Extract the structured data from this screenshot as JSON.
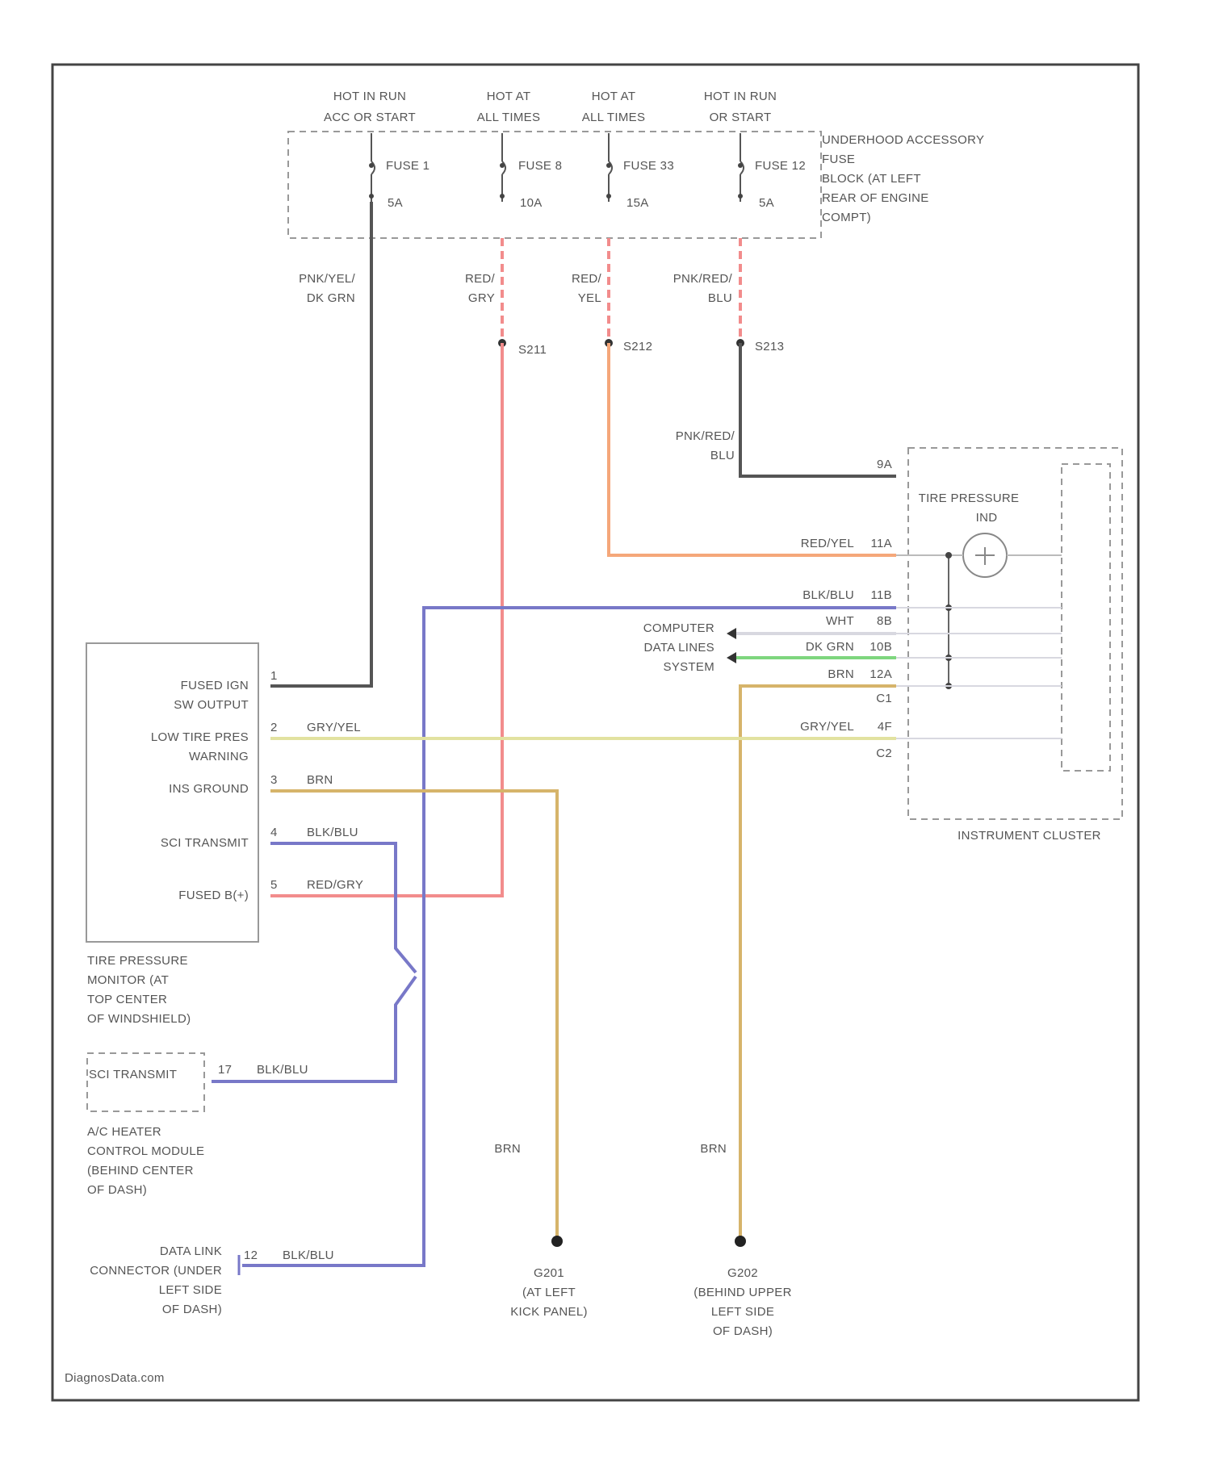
{
  "fuses": [
    {
      "condition": [
        "HOT IN RUN",
        "ACC OR START"
      ],
      "name": "FUSE 1",
      "rating": "5A"
    },
    {
      "condition": [
        "HOT AT",
        "ALL TIMES"
      ],
      "name": "FUSE 8",
      "rating": "10A"
    },
    {
      "condition": [
        "HOT AT",
        "ALL TIMES"
      ],
      "name": "FUSE 33",
      "rating": "15A"
    },
    {
      "condition": [
        "HOT IN RUN",
        "OR START"
      ],
      "name": "FUSE 12",
      "rating": "5A"
    }
  ],
  "fuse_block_label": [
    "UNDERHOOD ACCESSORY",
    "FUSE",
    "BLOCK (AT LEFT",
    "REAR OF ENGINE",
    "COMPT)"
  ],
  "wire_colors_top": {
    "fuse1": [
      "PNK/YEL/",
      "DK GRN"
    ],
    "fuse8": [
      "RED/",
      "GRY"
    ],
    "fuse33": [
      "RED/",
      "YEL"
    ],
    "fuse12": [
      "PNK/RED/",
      "BLU"
    ]
  },
  "splices": {
    "s1": "S211",
    "s2": "S212",
    "s3": "S213"
  },
  "pnk_red_blu": [
    "PNK/RED/",
    "BLU"
  ],
  "cluster": {
    "label": "INSTRUMENT CLUSTER",
    "indicator": [
      "TIRE PRESSURE",
      "IND"
    ],
    "pins": {
      "p9": "9A",
      "p11a": "11A",
      "p11b": "11B",
      "p8": "8B",
      "p10b": "10B",
      "p12a": "12A",
      "pc1": "C1",
      "p4f": "4F",
      "pc2": "C2"
    },
    "wires": {
      "red_yel": "RED/YEL",
      "blk_blu": "BLK/BLU",
      "wht": "WHT",
      "dk_grn": "DK GRN",
      "brn": "BRN",
      "gry_yel": "GRY/YEL"
    }
  },
  "computer_data": [
    "COMPUTER",
    "DATA LINES",
    "SYSTEM"
  ],
  "tpm": {
    "label": [
      "TIRE PRESSURE",
      "MONITOR (AT",
      "TOP CENTER",
      "OF WINDSHIELD)"
    ],
    "pins": [
      {
        "num": "1",
        "label": [
          "FUSED IGN",
          "SW OUTPUT"
        ],
        "wire": ""
      },
      {
        "num": "2",
        "label": [
          "LOW TIRE PRES",
          "WARNING"
        ],
        "wire": "GRY/YEL"
      },
      {
        "num": "3",
        "label": [
          "INS GROUND"
        ],
        "wire": "BRN"
      },
      {
        "num": "4",
        "label": [
          "SCI TRANSMIT"
        ],
        "wire": "BLK/BLU"
      },
      {
        "num": "5",
        "label": [
          "FUSED B(+)"
        ],
        "wire": "RED/GRY"
      }
    ]
  },
  "ac_heater": {
    "pin_label": "SCI TRANSMIT",
    "pin": "17",
    "wire": "BLK/BLU",
    "label": [
      "A/C HEATER",
      "CONTROL MODULE",
      "(BEHIND CENTER",
      "OF DASH)"
    ]
  },
  "dlc": {
    "label": [
      "DATA LINK",
      "CONNECTOR (UNDER",
      "LEFT SIDE",
      "OF DASH)"
    ],
    "pin": "12",
    "wire": "BLK/BLU"
  },
  "grounds": [
    {
      "wire": "BRN",
      "label": [
        "G201",
        "(AT LEFT",
        "KICK PANEL)"
      ]
    },
    {
      "wire": "BRN",
      "label": [
        "G202",
        "(BEHIND UPPER",
        "LEFT SIDE",
        "OF DASH)"
      ]
    }
  ],
  "watermark": "DiagnosData.com",
  "colors": {
    "black_wire": "#555555",
    "red_wire": "#f28c8c",
    "orange_wire": "#f5a77a",
    "blue_wire": "#7878c8",
    "brown_wire": "#d6b46a",
    "yellow_wire": "#e2e2a0",
    "green_wire": "#7ed67e",
    "white_wire": "#d8d8e0",
    "frame": "#444444"
  }
}
